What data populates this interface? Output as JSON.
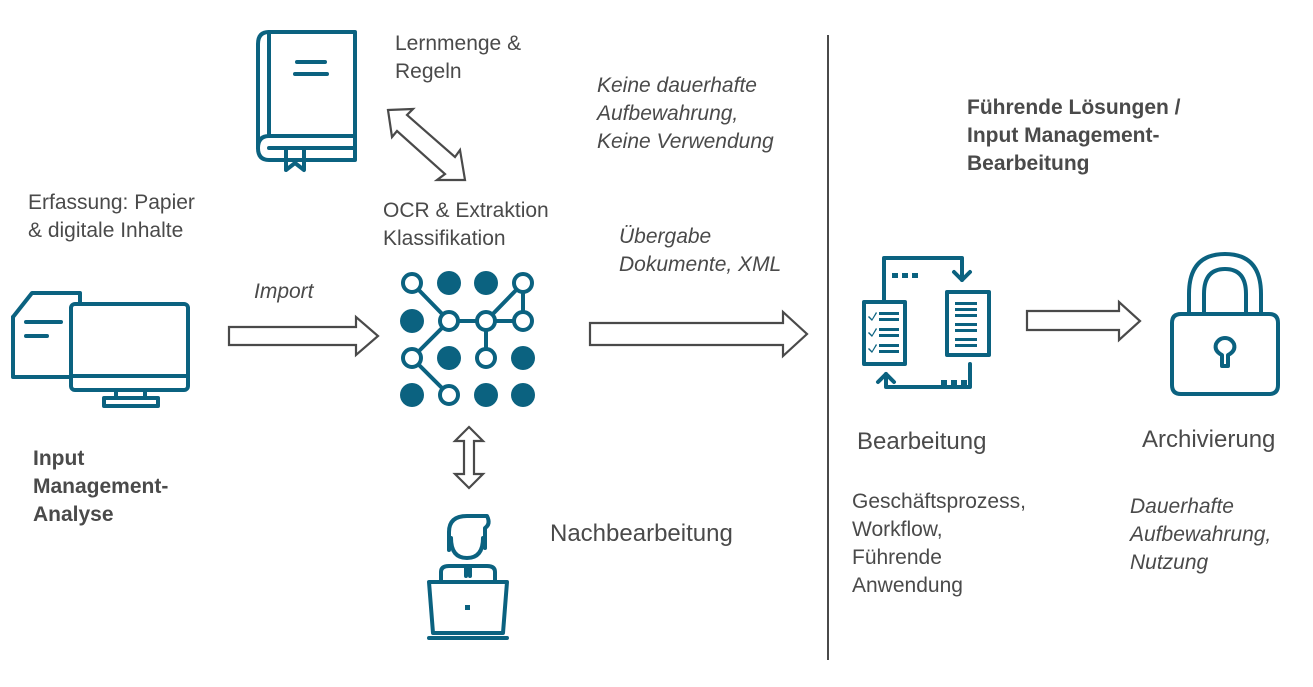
{
  "diagram": {
    "colors": {
      "icon": "#0b6280",
      "text": "#4a4a4a",
      "arrow_stroke": "#4a4a4a",
      "background": "#ffffff"
    },
    "left_section": {
      "capture_label": "Erfassung: Papier\n& digitale Inhalte",
      "capture_icon": "document-monitor-icon",
      "import_label": "Import",
      "section_title": "Input\nManagement-\nAnalyse"
    },
    "middle_section": {
      "learning_label": "Lernmenge &\nRegeln",
      "learning_icon": "book-icon",
      "ocr_label": "OCR & Extraktion\nKlassifikation",
      "ocr_icon": "neural-network-icon",
      "no_storage_note": "Keine dauerhafte\nAufbewahrung,\nKeine Verwendung",
      "handover_label": "Übergabe\nDokumente, XML",
      "postprocessing_label": "Nachbearbeitung",
      "postprocessing_icon": "person-laptop-icon"
    },
    "right_section": {
      "section_title": "Führende Lösungen /\nInput Management-\nBearbeitung",
      "processing_label": "Bearbeitung",
      "processing_icon": "document-cycle-icon",
      "processing_details": "Geschäftsprozess,\nWorkflow,\nFührende\nAnwendung",
      "archive_label": "Archivierung",
      "archive_icon": "padlock-icon",
      "archive_details": "Dauerhafte\nAufbewahrung,\nNutzung"
    },
    "connectors": [
      {
        "from": "capture",
        "to": "ocr",
        "type": "right-arrow",
        "label": "Import"
      },
      {
        "from": "learning",
        "to": "ocr",
        "type": "double-arrow"
      },
      {
        "from": "ocr",
        "to": "postprocessing",
        "type": "double-arrow"
      },
      {
        "from": "ocr",
        "to": "processing",
        "type": "right-arrow",
        "label": "Übergabe Dokumente, XML"
      },
      {
        "from": "processing",
        "to": "archive",
        "type": "right-arrow"
      }
    ]
  }
}
